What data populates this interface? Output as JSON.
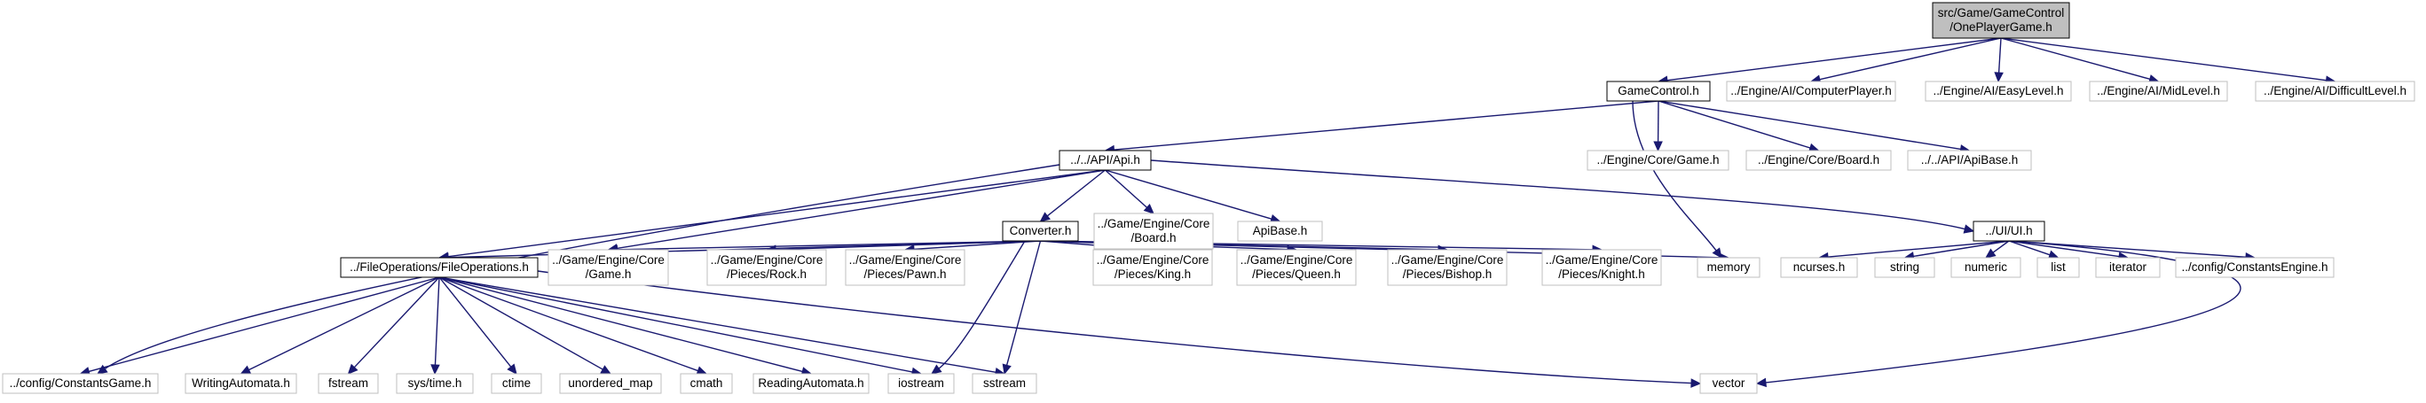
{
  "colors": {
    "edge": "#191970",
    "root_fill": "#bfbfbf",
    "documented_border": "#000000",
    "external_border": "#bfbfbf",
    "node_fill": "#ffffff"
  },
  "nodes": [
    {
      "id": "root",
      "lines": [
        "src/Game/GameControl",
        "/OnePlayerGame.h"
      ],
      "kind": "root"
    },
    {
      "id": "gamecontrol",
      "lines": [
        "GameControl.h"
      ],
      "kind": "documented"
    },
    {
      "id": "computerplayer",
      "lines": [
        "../Engine/AI/ComputerPlayer.h"
      ],
      "kind": "external"
    },
    {
      "id": "easylevel",
      "lines": [
        "../Engine/AI/EasyLevel.h"
      ],
      "kind": "external"
    },
    {
      "id": "midlevel",
      "lines": [
        "../Engine/AI/MidLevel.h"
      ],
      "kind": "external"
    },
    {
      "id": "difficultlevel",
      "lines": [
        "../Engine/AI/DifficultLevel.h"
      ],
      "kind": "external"
    },
    {
      "id": "api",
      "lines": [
        "../../API/Api.h"
      ],
      "kind": "documented"
    },
    {
      "id": "enginegame",
      "lines": [
        "../Engine/Core/Game.h"
      ],
      "kind": "external"
    },
    {
      "id": "engineboard",
      "lines": [
        "../Engine/Core/Board.h"
      ],
      "kind": "external"
    },
    {
      "id": "apibaseh1",
      "lines": [
        "../../API/ApiBase.h"
      ],
      "kind": "external"
    },
    {
      "id": "converter",
      "lines": [
        "Converter.h"
      ],
      "kind": "documented"
    },
    {
      "id": "gameengineboard",
      "lines": [
        "../Game/Engine/Core",
        "/Board.h"
      ],
      "kind": "external"
    },
    {
      "id": "apibase2",
      "lines": [
        "ApiBase.h"
      ],
      "kind": "external"
    },
    {
      "id": "uih",
      "lines": [
        "../UI/UI.h"
      ],
      "kind": "documented"
    },
    {
      "id": "fileops",
      "lines": [
        "../FileOperations/FileOperations.h"
      ],
      "kind": "documented"
    },
    {
      "id": "gameenginegame",
      "lines": [
        "../Game/Engine/Core",
        "/Game.h"
      ],
      "kind": "external"
    },
    {
      "id": "rock",
      "lines": [
        "../Game/Engine/Core",
        "/Pieces/Rock.h"
      ],
      "kind": "external"
    },
    {
      "id": "pawn",
      "lines": [
        "../Game/Engine/Core",
        "/Pieces/Pawn.h"
      ],
      "kind": "external"
    },
    {
      "id": "king",
      "lines": [
        "../Game/Engine/Core",
        "/Pieces/King.h"
      ],
      "kind": "external"
    },
    {
      "id": "queen",
      "lines": [
        "../Game/Engine/Core",
        "/Pieces/Queen.h"
      ],
      "kind": "external"
    },
    {
      "id": "bishop",
      "lines": [
        "../Game/Engine/Core",
        "/Pieces/Bishop.h"
      ],
      "kind": "external"
    },
    {
      "id": "knight",
      "lines": [
        "../Game/Engine/Core",
        "/Pieces/Knight.h"
      ],
      "kind": "external"
    },
    {
      "id": "memory",
      "lines": [
        "memory"
      ],
      "kind": "external"
    },
    {
      "id": "ncurses",
      "lines": [
        "ncurses.h"
      ],
      "kind": "external"
    },
    {
      "id": "string",
      "lines": [
        "string"
      ],
      "kind": "external"
    },
    {
      "id": "numeric",
      "lines": [
        "numeric"
      ],
      "kind": "external"
    },
    {
      "id": "list",
      "lines": [
        "list"
      ],
      "kind": "external"
    },
    {
      "id": "iterator",
      "lines": [
        "iterator"
      ],
      "kind": "external"
    },
    {
      "id": "constantsengine",
      "lines": [
        "../config/ConstantsEngine.h"
      ],
      "kind": "external"
    },
    {
      "id": "constantsgame",
      "lines": [
        "../config/ConstantsGame.h"
      ],
      "kind": "external"
    },
    {
      "id": "writingautomata",
      "lines": [
        "WritingAutomata.h"
      ],
      "kind": "external"
    },
    {
      "id": "fstream",
      "lines": [
        "fstream"
      ],
      "kind": "external"
    },
    {
      "id": "systime",
      "lines": [
        "sys/time.h"
      ],
      "kind": "external"
    },
    {
      "id": "ctime",
      "lines": [
        "ctime"
      ],
      "kind": "external"
    },
    {
      "id": "unorderedmap",
      "lines": [
        "unordered_map"
      ],
      "kind": "external"
    },
    {
      "id": "cmath",
      "lines": [
        "cmath"
      ],
      "kind": "external"
    },
    {
      "id": "readingautomata",
      "lines": [
        "ReadingAutomata.h"
      ],
      "kind": "external"
    },
    {
      "id": "iostream",
      "lines": [
        "iostream"
      ],
      "kind": "external"
    },
    {
      "id": "sstream",
      "lines": [
        "sstream"
      ],
      "kind": "external"
    },
    {
      "id": "vector",
      "lines": [
        "vector"
      ],
      "kind": "external"
    }
  ],
  "edges": [
    [
      "root",
      "gamecontrol"
    ],
    [
      "root",
      "computerplayer"
    ],
    [
      "root",
      "easylevel"
    ],
    [
      "root",
      "midlevel"
    ],
    [
      "root",
      "difficultlevel"
    ],
    [
      "gamecontrol",
      "api"
    ],
    [
      "gamecontrol",
      "enginegame"
    ],
    [
      "gamecontrol",
      "engineboard"
    ],
    [
      "gamecontrol",
      "apibaseh1"
    ],
    [
      "gamecontrol",
      "memory"
    ],
    [
      "api",
      "converter"
    ],
    [
      "api",
      "gameengineboard"
    ],
    [
      "api",
      "apibase2"
    ],
    [
      "api",
      "uih"
    ],
    [
      "api",
      "fileops"
    ],
    [
      "api",
      "gameenginegame"
    ],
    [
      "api",
      "constantsgame"
    ],
    [
      "converter",
      "fileops"
    ],
    [
      "converter",
      "gameenginegame"
    ],
    [
      "converter",
      "rock"
    ],
    [
      "converter",
      "pawn"
    ],
    [
      "converter",
      "king"
    ],
    [
      "converter",
      "queen"
    ],
    [
      "converter",
      "bishop"
    ],
    [
      "converter",
      "knight"
    ],
    [
      "converter",
      "memory"
    ],
    [
      "converter",
      "iostream"
    ],
    [
      "converter",
      "sstream"
    ],
    [
      "uih",
      "ncurses"
    ],
    [
      "uih",
      "string"
    ],
    [
      "uih",
      "numeric"
    ],
    [
      "uih",
      "list"
    ],
    [
      "uih",
      "iterator"
    ],
    [
      "uih",
      "constantsengine"
    ],
    [
      "uih",
      "vector"
    ],
    [
      "fileops",
      "constantsgame"
    ],
    [
      "fileops",
      "writingautomata"
    ],
    [
      "fileops",
      "fstream"
    ],
    [
      "fileops",
      "systime"
    ],
    [
      "fileops",
      "ctime"
    ],
    [
      "fileops",
      "unorderedmap"
    ],
    [
      "fileops",
      "cmath"
    ],
    [
      "fileops",
      "readingautomata"
    ],
    [
      "fileops",
      "iostream"
    ],
    [
      "fileops",
      "sstream"
    ],
    [
      "fileops",
      "vector"
    ]
  ]
}
